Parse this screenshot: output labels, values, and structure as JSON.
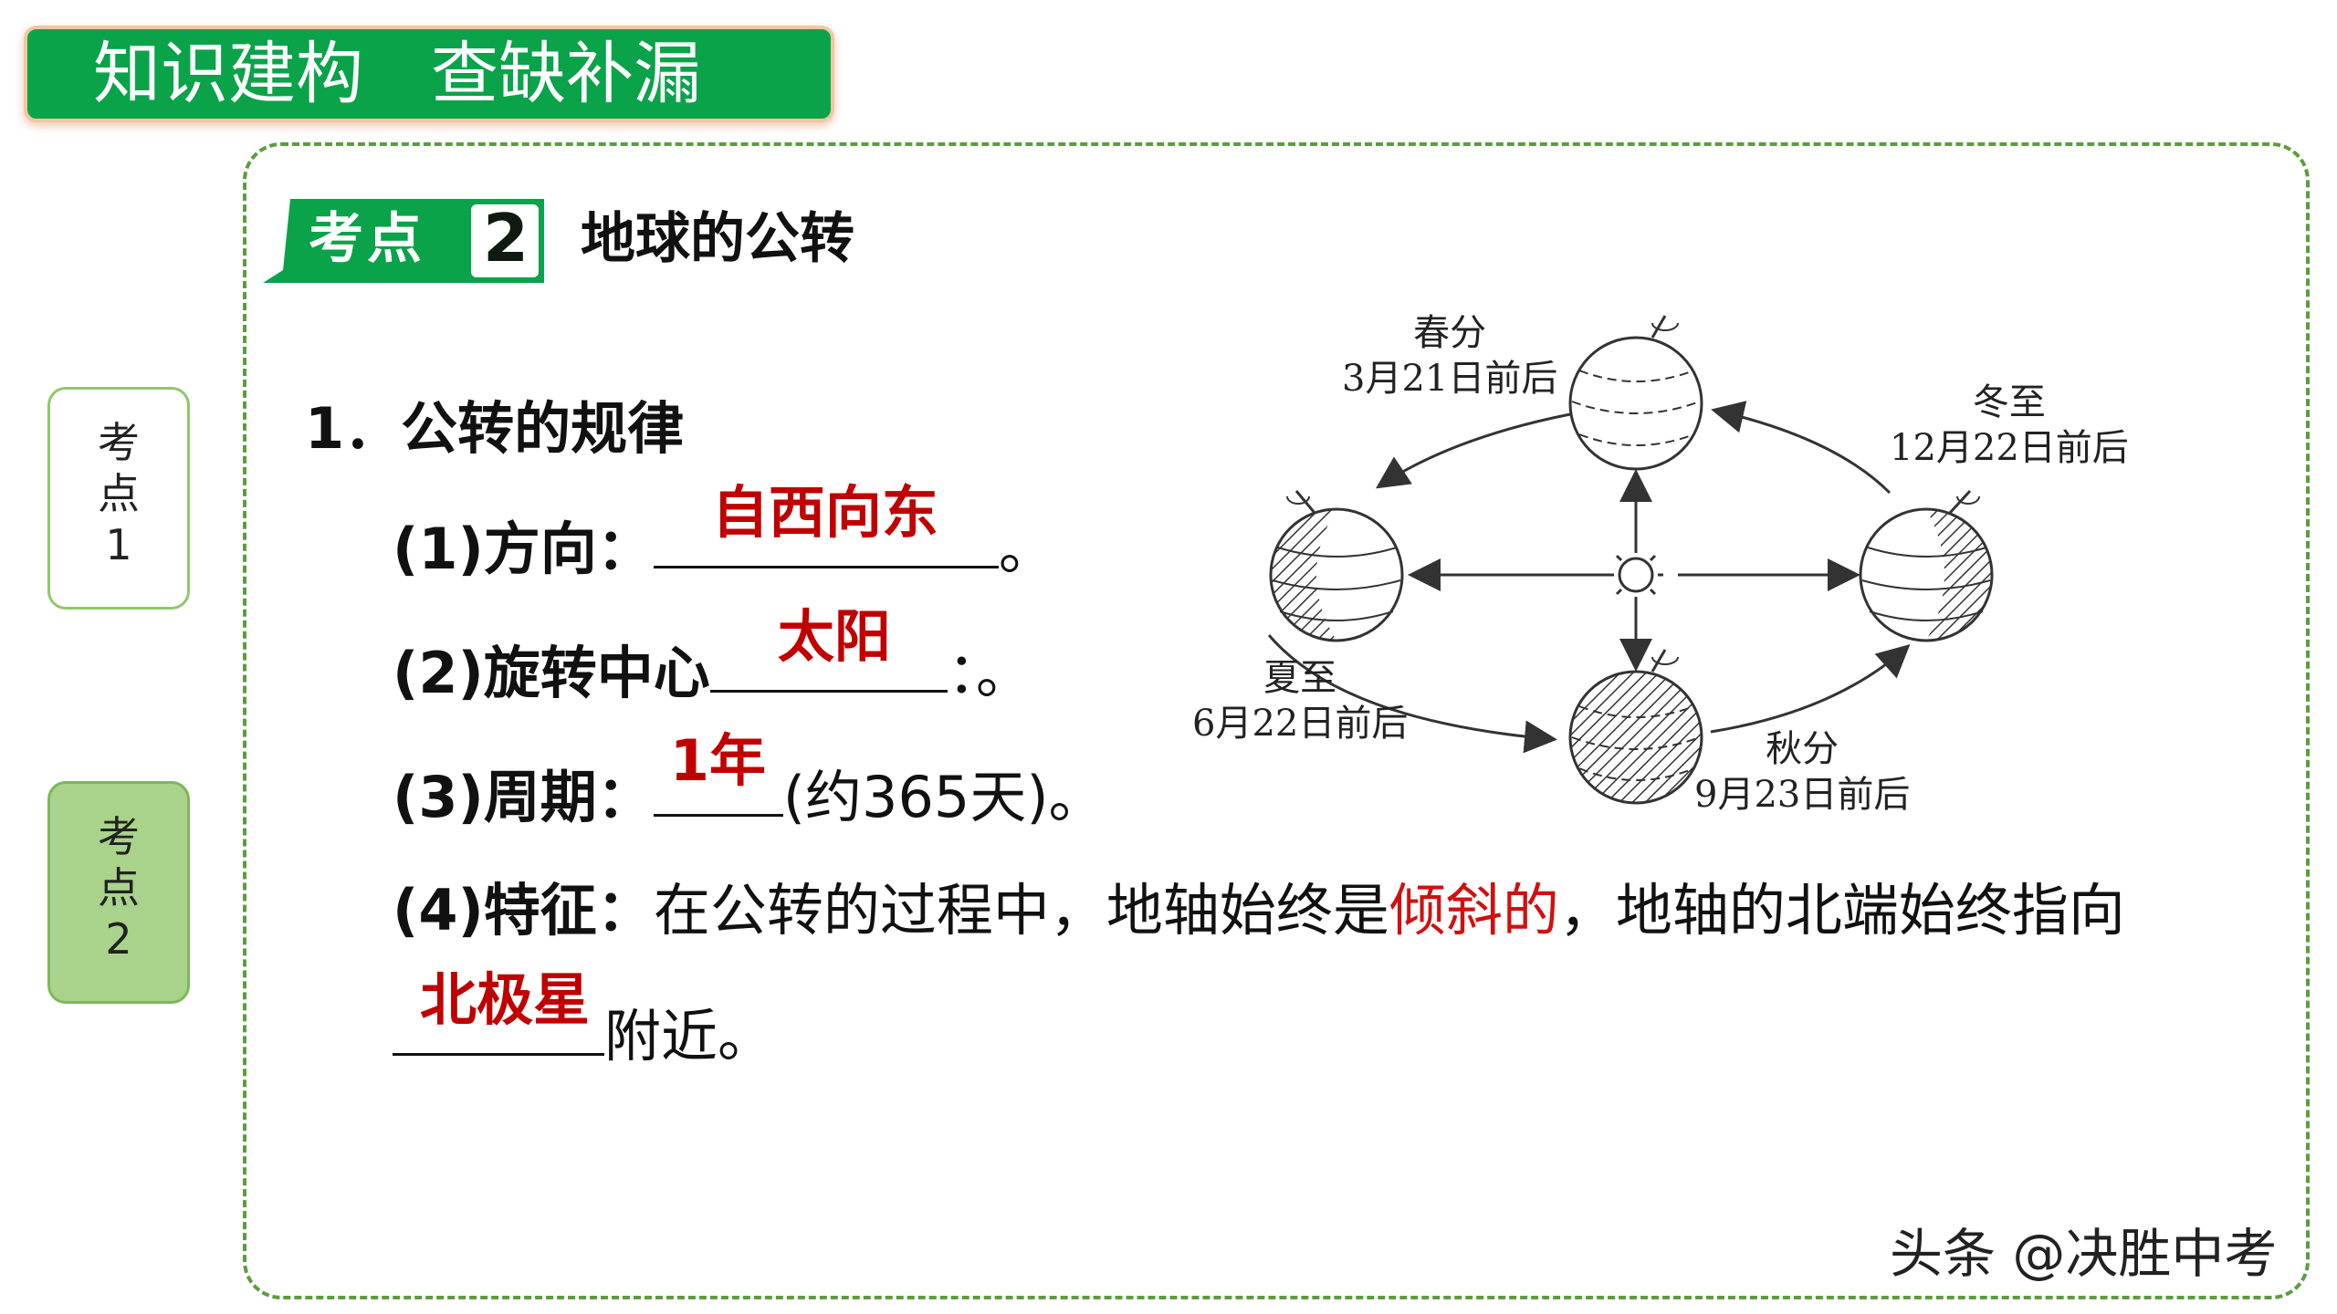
{
  "banner": {
    "title": "知识建构　查缺补漏"
  },
  "sidebar": {
    "tabs": [
      {
        "line1": "考",
        "line2": "点",
        "line3": "1"
      },
      {
        "line1": "考",
        "line2": "点",
        "line3": "2"
      }
    ]
  },
  "section": {
    "badge_text": "考点",
    "badge_number": "2",
    "title": "地球的公转",
    "heading": "1．公转的规律",
    "items": [
      {
        "label": "(1)方向：",
        "answer": "自西向东",
        "suffix": "。"
      },
      {
        "label": "(2)旋转中心",
        "answer": "太阳",
        "suffix": "：。"
      },
      {
        "label": "(3)周期：",
        "answer": "1年",
        "suffix": "(约365天)。"
      },
      {
        "label": "(4)特征：",
        "text_a": "在公转的过程中，地轴始终是",
        "highlight": "倾斜的",
        "text_b": "，地轴的北端始终指向",
        "answer": "北极星",
        "suffix": "附近。"
      }
    ]
  },
  "diagram": {
    "labels": [
      {
        "name": "春分",
        "date": "3月21日前后"
      },
      {
        "name": "冬至",
        "date": "12月22日前后"
      },
      {
        "name": "夏至",
        "date": "6月22日前后"
      },
      {
        "name": "秋分",
        "date": "9月23日前后"
      }
    ]
  },
  "watermark": "头条 @决胜中考",
  "colors": {
    "banner": "#0aa34a",
    "accent_green": "#8fc76b",
    "answer_red": "#c00000",
    "frame": "#5d9c3e"
  }
}
